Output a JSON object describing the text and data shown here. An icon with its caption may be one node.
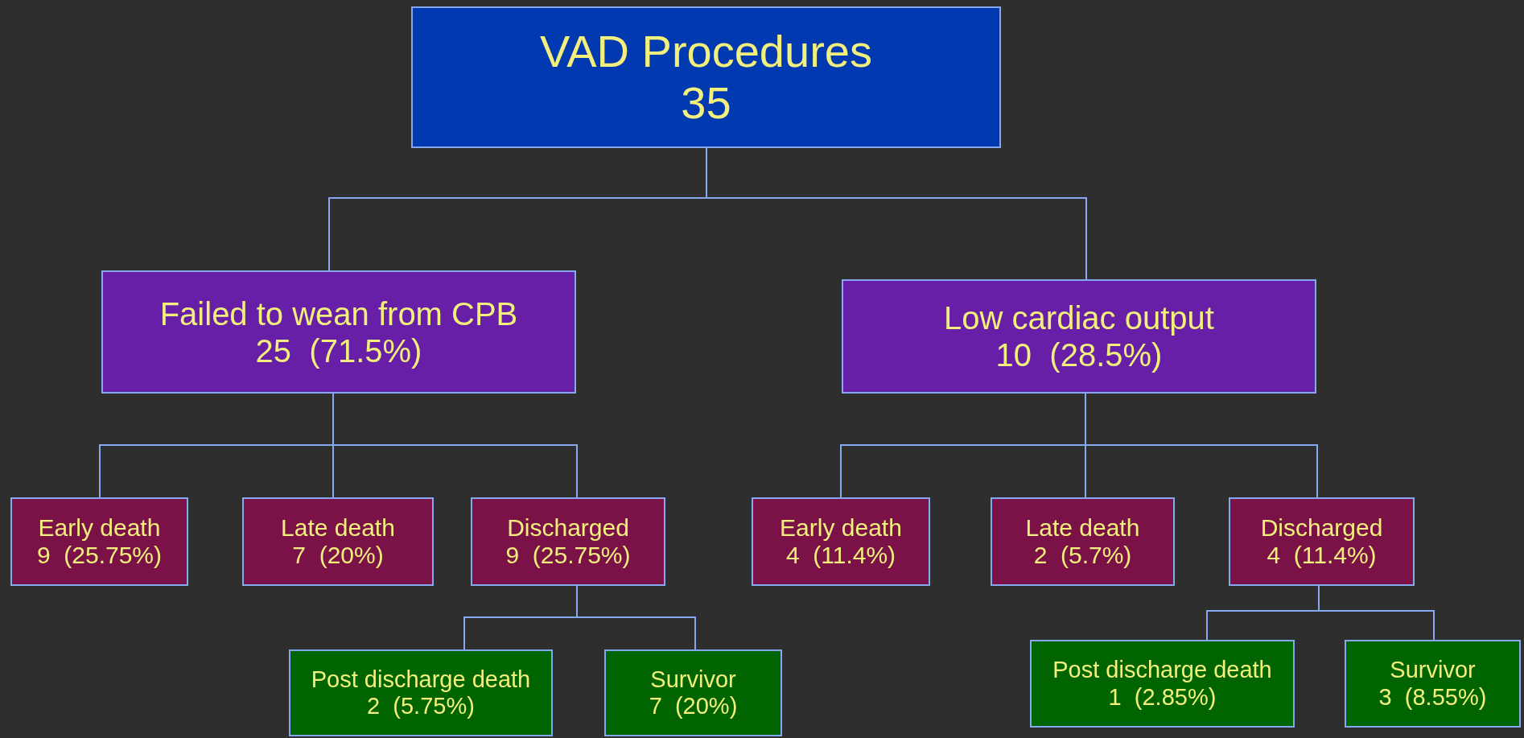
{
  "diagram": {
    "nodes": [
      {
        "text": [
          "VAD Procedures",
          "35"
        ]
      },
      {
        "text": [
          "Failed to wean from CPB",
          "25  (71.5%)"
        ]
      },
      {
        "text": [
          "Low cardiac output",
          "10  (28.5%)"
        ]
      },
      {
        "text": [
          "Early death",
          "9  (25.75%)"
        ]
      },
      {
        "text": [
          "Late death",
          "7  (20%)"
        ]
      },
      {
        "text": [
          "Discharged",
          "9  (25.75%)"
        ]
      },
      {
        "text": [
          "Early death",
          "4  (11.4%)"
        ]
      },
      {
        "text": [
          "Late death",
          "2  (5.7%)"
        ]
      },
      {
        "text": [
          "Discharged",
          "4  (11.4%)"
        ]
      },
      {
        "text": [
          "Post discharge death",
          "2  (5.75%)"
        ]
      },
      {
        "text": [
          "Survivor",
          "7  (20%)"
        ]
      },
      {
        "text": [
          "Post discharge death",
          "1  (2.85%)"
        ]
      },
      {
        "text": [
          "Survivor",
          "3  (8.55%)"
        ]
      }
    ],
    "edges": [
      {
        "from": 0,
        "to": 1,
        "arrow": "none"
      },
      {
        "from": 0,
        "to": 2,
        "arrow": "none"
      },
      {
        "from": 1,
        "to": 3,
        "arrow": "none"
      },
      {
        "from": 1,
        "to": 4,
        "arrow": "none"
      },
      {
        "from": 1,
        "to": 5,
        "arrow": "none"
      },
      {
        "from": 2,
        "to": 6,
        "arrow": "none"
      },
      {
        "from": 2,
        "to": 7,
        "arrow": "none"
      },
      {
        "from": 2,
        "to": 8,
        "arrow": "none"
      },
      {
        "from": 5,
        "to": 9,
        "arrow": "none"
      },
      {
        "from": 5,
        "to": 10,
        "arrow": "none"
      },
      {
        "from": 8,
        "to": 11,
        "arrow": "none"
      },
      {
        "from": 8,
        "to": 12,
        "arrow": "none"
      }
    ]
  }
}
